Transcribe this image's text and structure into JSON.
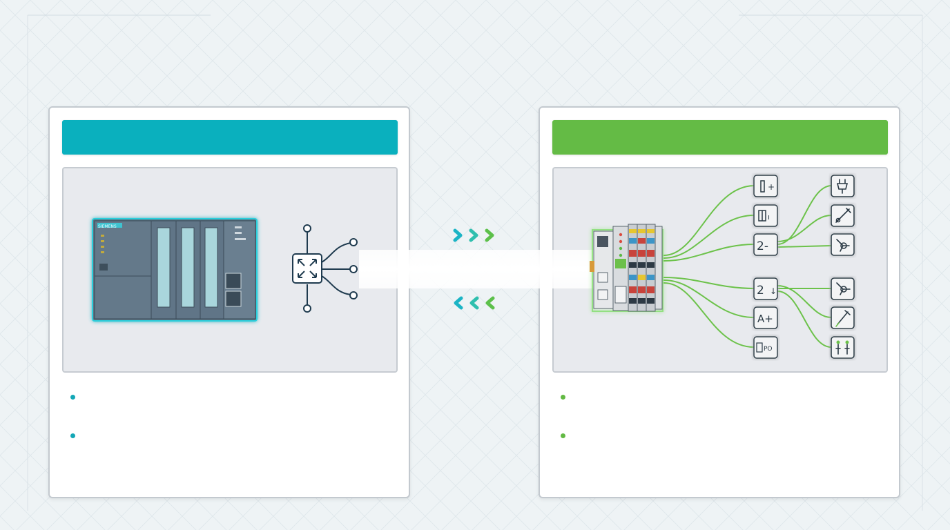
{
  "left_panel": {
    "header_title": "",
    "bullets": [
      "",
      ""
    ],
    "accent_color": "#0ab0be"
  },
  "right_panel": {
    "header_title": "",
    "bullets": [
      "",
      ""
    ],
    "accent_color": "#64bb45"
  },
  "plc": {
    "brand_label": "SIEMENS"
  },
  "io_symbols": {
    "left_column": [
      "",
      "",
      "2-",
      "2",
      "A+",
      "PO"
    ]
  },
  "icons": {
    "plc": "plc-device-icon",
    "switch": "network-switch-icon",
    "io_station": "io-terminal-block-icon",
    "flow_out": "chevrons-right-icon",
    "flow_in": "chevrons-left-icon"
  }
}
